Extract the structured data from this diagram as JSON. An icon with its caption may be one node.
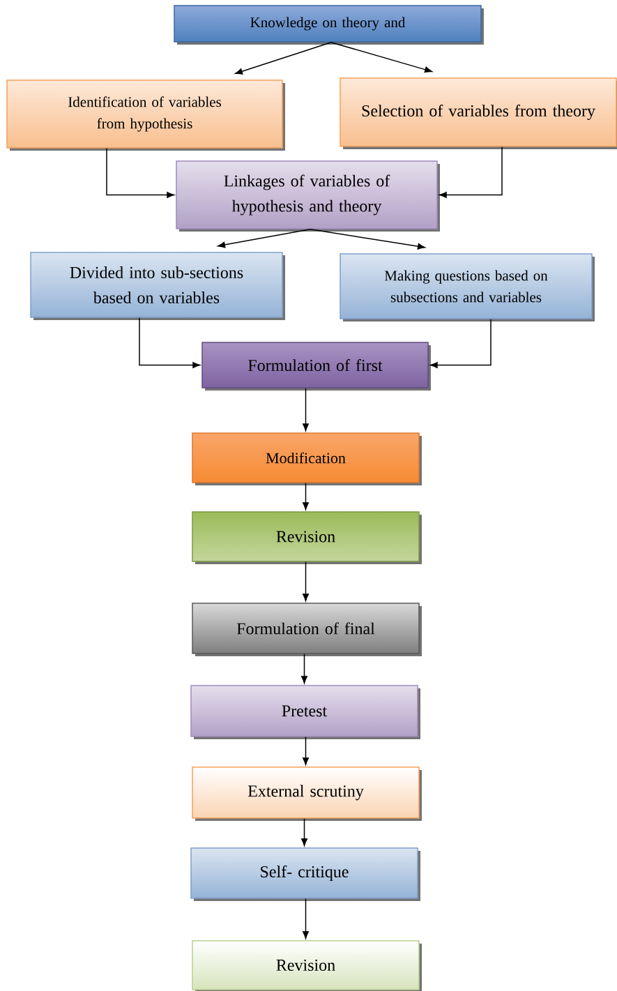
{
  "diagram": {
    "nodes": [
      {
        "text": [
          "Knowledge on  theory and"
        ]
      },
      {
        "text": [
          "Identification of variables from hypothesis"
        ]
      },
      {
        "text": [
          "Selection of variables from theory"
        ]
      },
      {
        "text": [
          "Linkages of variables of hypothesis and theory"
        ]
      },
      {
        "text": [
          "Divided into sub-sections based on variables"
        ]
      },
      {
        "text": [
          "Making questions based on subsections and variables"
        ]
      },
      {
        "text": [
          "Formulation of first"
        ]
      },
      {
        "text": [
          "Modification"
        ]
      },
      {
        "text": [
          "Revision"
        ]
      },
      {
        "text": [
          "Formulation of final"
        ]
      },
      {
        "text": [
          "Pretest"
        ]
      },
      {
        "text": [
          "External scrutiny"
        ]
      },
      {
        "text": [
          "Self- critique"
        ]
      },
      {
        "text": [
          "Revision"
        ]
      }
    ],
    "edges": [
      {
        "from": 0,
        "to": 1,
        "arrow": "to"
      },
      {
        "from": 0,
        "to": 2,
        "arrow": "to"
      },
      {
        "from": 1,
        "to": 3,
        "arrow": "to"
      },
      {
        "from": 2,
        "to": 3,
        "arrow": "to"
      },
      {
        "from": 3,
        "to": 4,
        "arrow": "to"
      },
      {
        "from": 3,
        "to": 5,
        "arrow": "to"
      },
      {
        "from": 4,
        "to": 6,
        "arrow": "to"
      },
      {
        "from": 5,
        "to": 6,
        "arrow": "to"
      },
      {
        "from": 6,
        "to": 7,
        "arrow": "to"
      },
      {
        "from": 7,
        "to": 8,
        "arrow": "to"
      },
      {
        "from": 8,
        "to": 9,
        "arrow": "to"
      },
      {
        "from": 9,
        "to": 10,
        "arrow": "to"
      },
      {
        "from": 10,
        "to": 11,
        "arrow": "to"
      },
      {
        "from": 11,
        "to": 12,
        "arrow": "to"
      },
      {
        "from": 12,
        "to": 13,
        "arrow": "to"
      }
    ]
  }
}
